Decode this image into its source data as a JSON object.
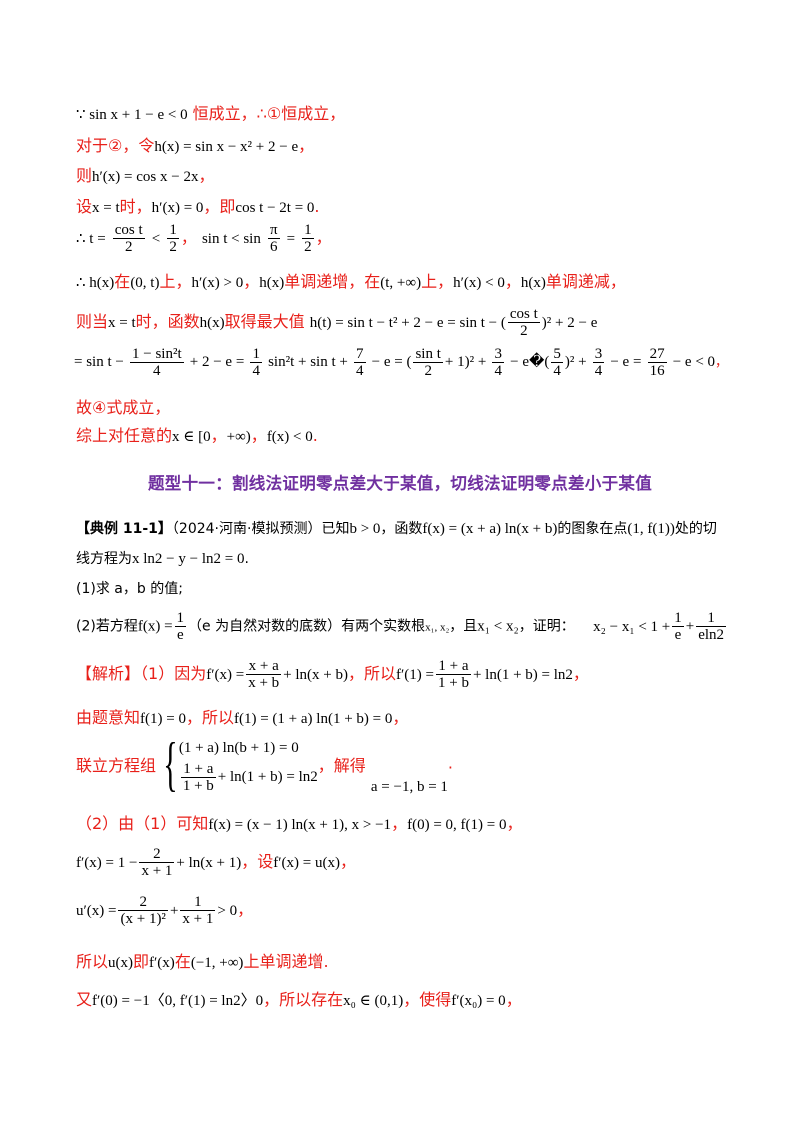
{
  "lines": {
    "l1": {
      "math": "∵ sin x + 1 − e < 0",
      "text": " 恒成立，∴①恒成立，"
    },
    "l2": {
      "text_a": "对于②，令",
      "math": "h(x) = sin x − x² + 2 − e",
      "text_b": "，"
    },
    "l3": {
      "text_a": "则",
      "math": "h′(x) = cos x − 2x",
      "text_b": "，"
    },
    "l4": {
      "text_a": "设",
      "math_a": "x = t",
      "text_b": "时，",
      "math_b": "h′(x) = 0",
      "text_c": "，即",
      "math_c": "cos t − 2t = 0",
      "text_d": "."
    },
    "l5": {
      "math_a": "∴ t =",
      "frac_a_num": "cos t",
      "frac_a_den": "2",
      "lt": "<",
      "frac_b_num": "1",
      "frac_b_den": "2",
      "sep": "，",
      "math_b": "sin t < sin",
      "frac_c_num": "π",
      "frac_c_den": "6",
      "eq": "=",
      "frac_d_num": "1",
      "frac_d_den": "2",
      "text": "，"
    },
    "l6": {
      "math_a": "∴ h(x)",
      "text_a": "在",
      "math_b": "(0, t)",
      "text_b": "上，",
      "math_c": "h′(x) > 0",
      "text_c": "，",
      "math_d": "h(x)",
      "text_d": "单调递增，在",
      "math_e": "(t, +∞)",
      "text_e": "上，",
      "math_f": "h′(x) < 0",
      "text_f": "，",
      "math_g": "h(x)",
      "text_g": "单调递减，"
    },
    "l7": {
      "text_a": "则当",
      "math_a": "x = t",
      "text_b": "时，函数",
      "math_b": "h(x)",
      "text_c": "取得最大值",
      "math_c": "h(t) = sin t − t² + 2 − e = sin t − (",
      "frac_num": "cos t",
      "frac_den": "2",
      "math_d": ")² + 2 − e"
    },
    "l8": {
      "math_a": "= sin t −",
      "frac_a_num": "1 − sin²t",
      "frac_a_den": "4",
      "math_b": "+ 2 − e =",
      "frac_b_num": "1",
      "frac_b_den": "4",
      "math_c": "sin²t + sin t +",
      "frac_c_num": "7",
      "frac_c_den": "4",
      "math_d": "− e = (",
      "frac_d_num": "sin t",
      "frac_d_den": "2",
      "math_e": "+ 1)² +",
      "frac_e_num": "3",
      "frac_e_den": "4",
      "math_f": "− e�(",
      "frac_f_num": "5",
      "frac_f_den": "4",
      "math_g": ")² +",
      "frac_g_num": "3",
      "frac_g_den": "4",
      "math_h": "− e =",
      "frac_h_num": "27",
      "frac_h_den": "16",
      "math_i": "− e < 0",
      "text": "，"
    },
    "l9": {
      "text": "故④式成立，"
    },
    "l10": {
      "text_a": "综上对任意的",
      "math_a": "x ∈ [0",
      "text_b": "，",
      "math_b": "+∞)",
      "text_c": "，",
      "math_c": "f(x) < 0",
      "text_d": "."
    }
  },
  "section_title": "题型十一：割线法证明零点差大于某值，切线法证明零点差小于某值",
  "example": {
    "label": "【典例 11-1】",
    "source": "（2024·河南·模拟预测）已知",
    "math_a": "b > 0",
    "text_a": "，函数",
    "math_b": "f(x) = (x + a) ln(x + b)",
    "text_b": "的图象在点",
    "math_c": "(1, f(1))",
    "text_c": "处的切",
    "line2_text": "线方程为",
    "line2_math": "x ln2 − y − ln2 = 0",
    "line2_end": ".",
    "q1": "(1)求 a，b 的值;",
    "q2_a": "(2)若方程",
    "q2_math": "f(x) =",
    "q2_frac_num": "1",
    "q2_frac_den": "e",
    "q2_b": "（e 为自然对数的底数）有两个实数根",
    "q2_roots": "x₁, x₂",
    "q2_c": "，且",
    "q2_cond": "x₁ < x₂",
    "q2_d": "，证明：",
    "q2_goal": "x₂ − x₁ < 1 +",
    "q2_goal_f1_num": "1",
    "q2_goal_f1_den": "e",
    "q2_goal_plus": "+",
    "q2_goal_f2_num": "1",
    "q2_goal_f2_den": "eln2"
  },
  "solution": {
    "s1_label": "【解析】",
    "s1_text": "（1）因为",
    "s1_math": "f′(x) =",
    "s1_frac_num": "x + a",
    "s1_frac_den": "x + b",
    "s1_math2": "+ ln(x + b)",
    "s1_text2": "，所以",
    "s1_math3": "f′(1) =",
    "s1_frac2_num": "1 + a",
    "s1_frac2_den": "1 + b",
    "s1_math4": "+ ln(1 + b) = ln2",
    "s1_end": "，",
    "s2_text": "由题意知",
    "s2_math": "f(1) = 0",
    "s2_text2": "，所以",
    "s2_math2": "f(1) = (1 + a) ln(1 + b) = 0",
    "s2_end": "，",
    "s3_text": "联立方程组",
    "s3_eq1": "(1 + a) ln(b + 1) = 0",
    "s3_eq2_num": "1 + a",
    "s3_eq2_den": "1 + b",
    "s3_eq2_rest": "+ ln(1 + b) = ln2",
    "s3_text2": "，解得",
    "s3_result": "a = −1, b = 1",
    "s3_end": ".",
    "s4_text": "（2）由（1）可知",
    "s4_math": "f(x) = (x − 1) ln(x + 1), x > −1",
    "s4_text2": "，",
    "s4_math2": "f(0) = 0, f(1) = 0",
    "s4_end": "，",
    "s5_math": "f′(x) = 1 −",
    "s5_frac_num": "2",
    "s5_frac_den": "x + 1",
    "s5_math2": "+ ln(x + 1)",
    "s5_text": "，设",
    "s5_math3": "f′(x) = u(x)",
    "s5_end": "，",
    "s6_math": "u′(x) =",
    "s6_frac_num": "2",
    "s6_frac_den": "(x + 1)²",
    "s6_plus": "+",
    "s6_frac2_num": "1",
    "s6_frac2_den": "x + 1",
    "s6_math2": "> 0",
    "s6_end": "，",
    "s7_text": "所以",
    "s7_math": "u(x)",
    "s7_text2": "即",
    "s7_math2": "f′(x)",
    "s7_text3": "在",
    "s7_math3": "(−1, +∞)",
    "s7_text4": "上单调递增.",
    "s8_text": "又",
    "s8_math": "f′(0) = −1〈0, f′(1) = ln2〉0",
    "s8_text2": "，所以存在",
    "s8_math2": "x₀ ∈ (0,1)",
    "s8_text3": "，使得",
    "s8_math3": "f′(x₀) = 0",
    "s8_end": "，"
  }
}
